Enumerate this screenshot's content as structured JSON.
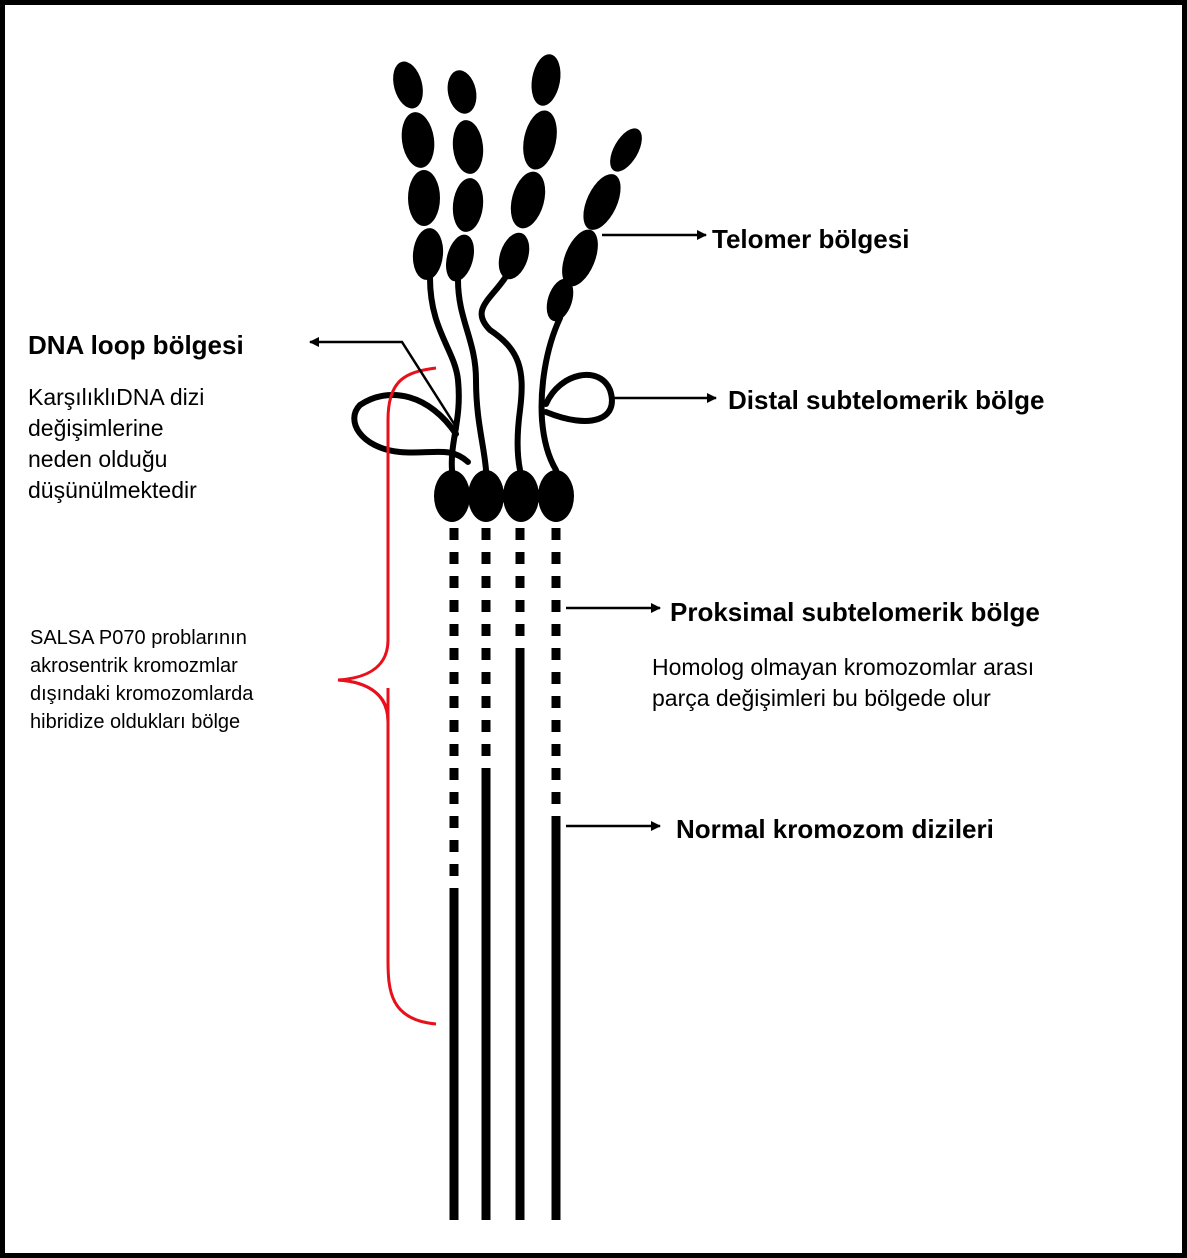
{
  "labels": {
    "telomer": "Telomer bölgesi",
    "dna_loop": "DNA loop bölgesi",
    "dna_loop_note": "KarşılıklıDNA dizi\ndeğişimlerine\nneden olduğu\ndüşünülmektedir",
    "distal": "Distal subtelomerik bölge",
    "proksimal": "Proksimal subtelomerik bölge",
    "proksimal_note": "Homolog olmayan kromozomlar arası\nparça değişimleri bu bölgede olur",
    "salsa_note": "SALSA P070 problarının\nakrosentrik kromozmlar\ndışındaki kromozomlarda\nhibridize oldukları bölge",
    "normal": "Normal kromozom dizileri"
  },
  "colors": {
    "ink": "#000000",
    "bracket": "#e8101a"
  }
}
